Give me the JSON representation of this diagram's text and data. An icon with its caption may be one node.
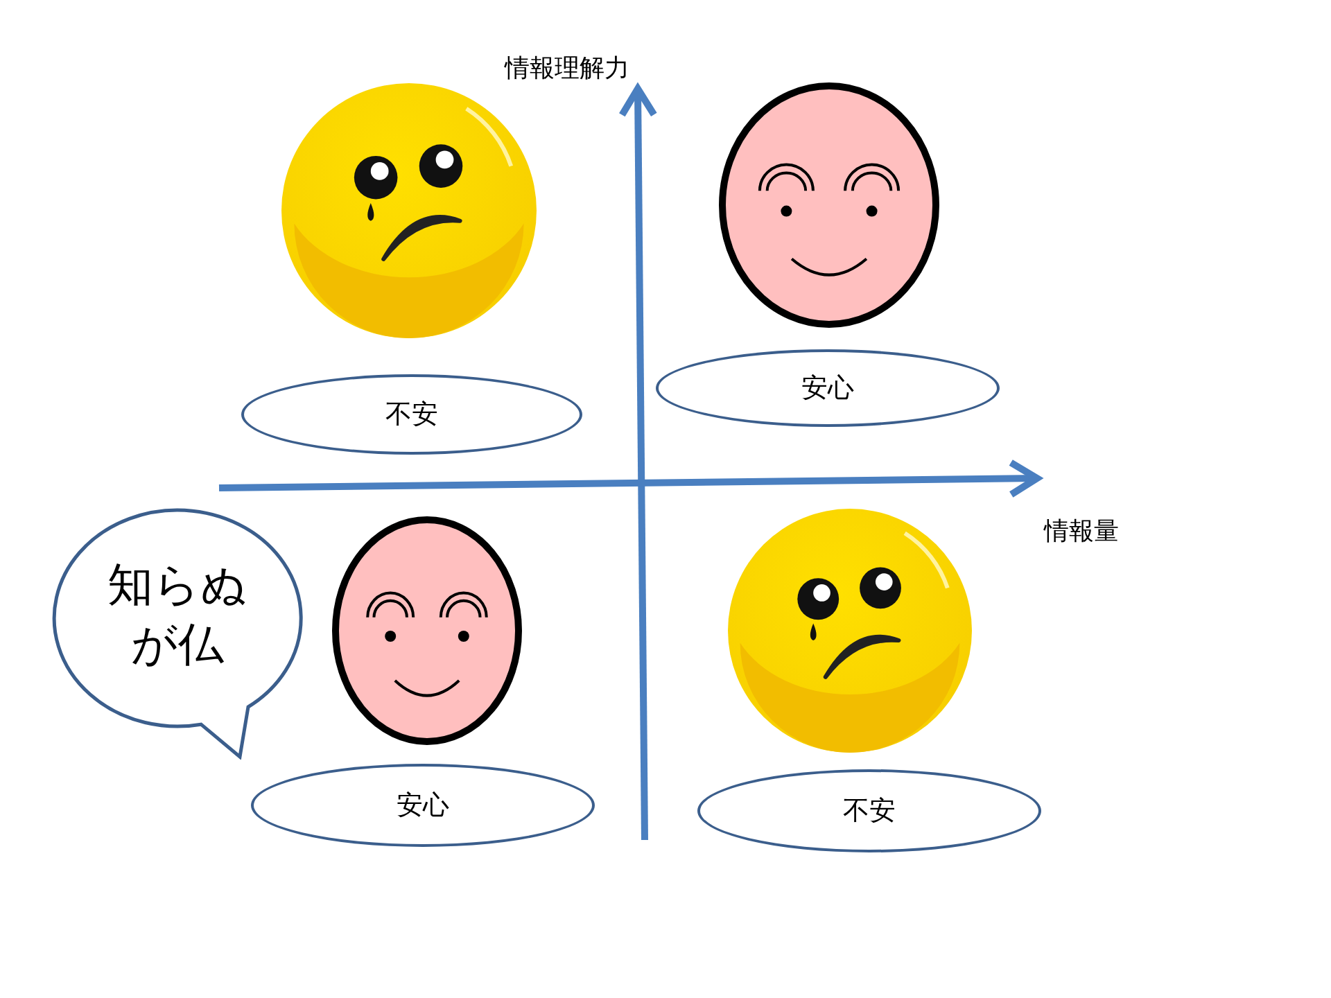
{
  "diagram": {
    "nodes": [
      {
        "text": [
          "不安"
        ]
      },
      {
        "text": [
          "安心"
        ]
      },
      {
        "text": [
          "知らぬが仏"
        ]
      },
      {
        "text": [
          "安心"
        ]
      },
      {
        "text": [
          "不安"
        ]
      }
    ],
    "labels": [
      "情報理解力",
      "情報量"
    ]
  }
}
